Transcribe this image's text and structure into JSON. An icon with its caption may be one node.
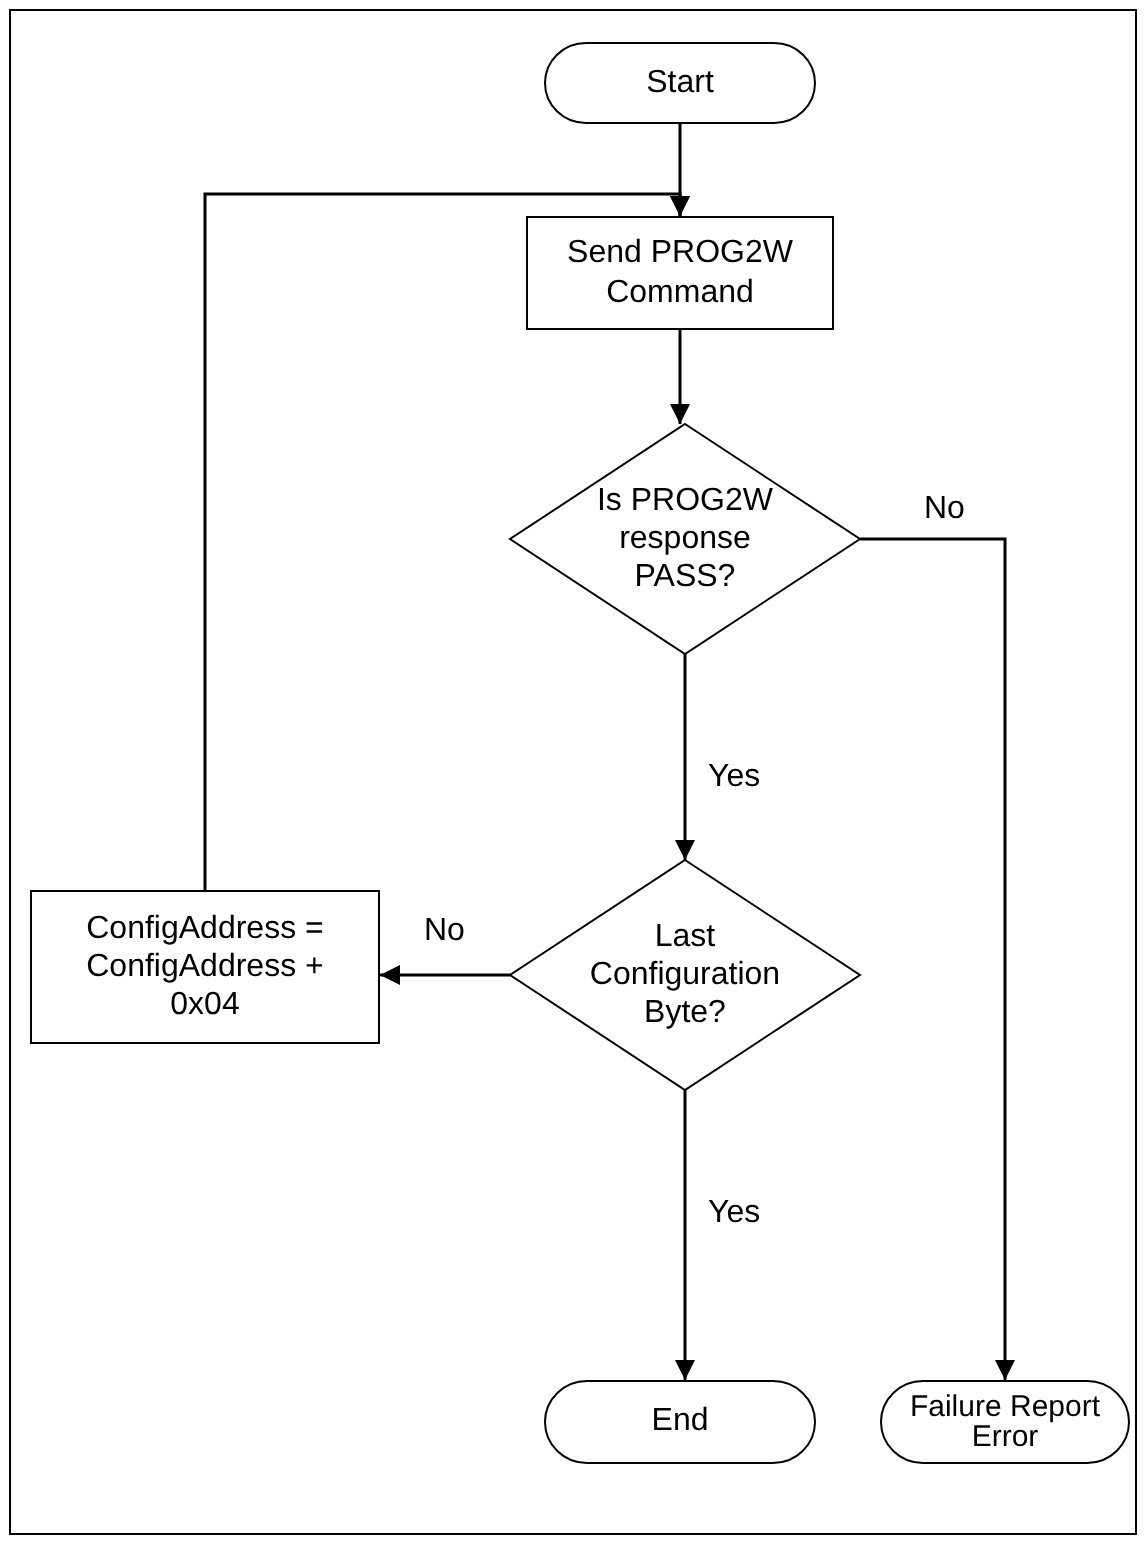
{
  "diagram": {
    "nodes": [
      {
        "text": [
          "Start"
        ]
      },
      {
        "text": [
          "Send PROG2W Command"
        ]
      },
      {
        "text": [
          "Is PROG2W response PASS?"
        ]
      },
      {
        "text": [
          "Last Configuration Byte?"
        ]
      },
      {
        "text": [
          "ConfigAddress = ConfigAddress + 0x04"
        ]
      },
      {
        "text": [
          "End"
        ]
      },
      {
        "text": [
          "Failure Report Error"
        ]
      }
    ],
    "edges": [
      {
        "from": 0,
        "to": 1,
        "arrow": "to"
      },
      {
        "from": 1,
        "to": 2,
        "arrow": "to"
      },
      {
        "from": 2,
        "to": 3,
        "arrow": "to",
        "label": "Yes"
      },
      {
        "from": 2,
        "to": 6,
        "arrow": "to",
        "label": "No"
      },
      {
        "from": 3,
        "to": 4,
        "arrow": "to",
        "label": "No"
      },
      {
        "from": 3,
        "to": 5,
        "arrow": "to",
        "label": "Yes"
      },
      {
        "from": 4,
        "to": 1,
        "arrow": "to"
      }
    ]
  }
}
